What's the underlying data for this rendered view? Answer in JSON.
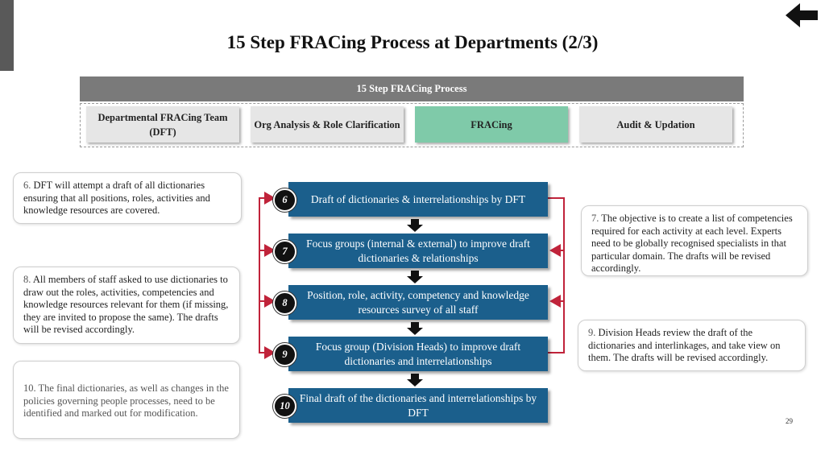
{
  "title": "15 Step FRACing Process at Departments (2/3)",
  "process_header": "15 Step FRACing Process",
  "tabs": [
    {
      "label": "Departmental FRACing Team (DFT)",
      "active": false
    },
    {
      "label": "Org Analysis & Role Clarification",
      "active": false
    },
    {
      "label": "FRACing",
      "active": true
    },
    {
      "label": "Audit & Updation",
      "active": false
    }
  ],
  "steps": [
    {
      "number": "6",
      "text": "Draft of dictionaries & interrelationships by DFT"
    },
    {
      "number": "7",
      "text": "Focus groups (internal & external) to improve draft dictionaries & relationships"
    },
    {
      "number": "8",
      "text": "Position, role, activity, competency and knowledge resources survey of all staff"
    },
    {
      "number": "9",
      "text": "Focus group (Division Heads) to improve draft dictionaries and interrelationships"
    },
    {
      "number": "10",
      "text": "Final draft of the dictionaries and interrelationships by DFT"
    }
  ],
  "notes": {
    "n6": {
      "num": "6.",
      "text": "DFT will attempt a draft of all dictionaries ensuring that all positions, roles, activities and knowledge resources are covered."
    },
    "n7": {
      "num": "7.",
      "text": "The objective is to create a list of competencies required for each activity at each level. Experts need to be globally recognised specialists in that particular domain. The drafts will be revised accordingly."
    },
    "n8": {
      "num": "8.",
      "text": "All members of staff asked to use dictionaries to draw out the roles, activities, competencies and knowledge resources relevant for them (if missing, they are invited to propose the same). The drafts will be revised accordingly."
    },
    "n9": {
      "num": "9.",
      "text": "Division Heads review the draft of the dictionaries and interlinkages, and take view on them. The drafts will be revised accordingly."
    },
    "n10": {
      "text": "10. The final dictionaries, as well as changes in the policies governing people processes, need to be identified and marked out for modification."
    }
  },
  "page_number": "29",
  "colors": {
    "step_box": "#1b5f8c",
    "active_tab": "#7fcaa9",
    "connector": "#c0233a",
    "header": "#7a7a7a"
  },
  "icons": {
    "back": "back-arrow-icon"
  }
}
